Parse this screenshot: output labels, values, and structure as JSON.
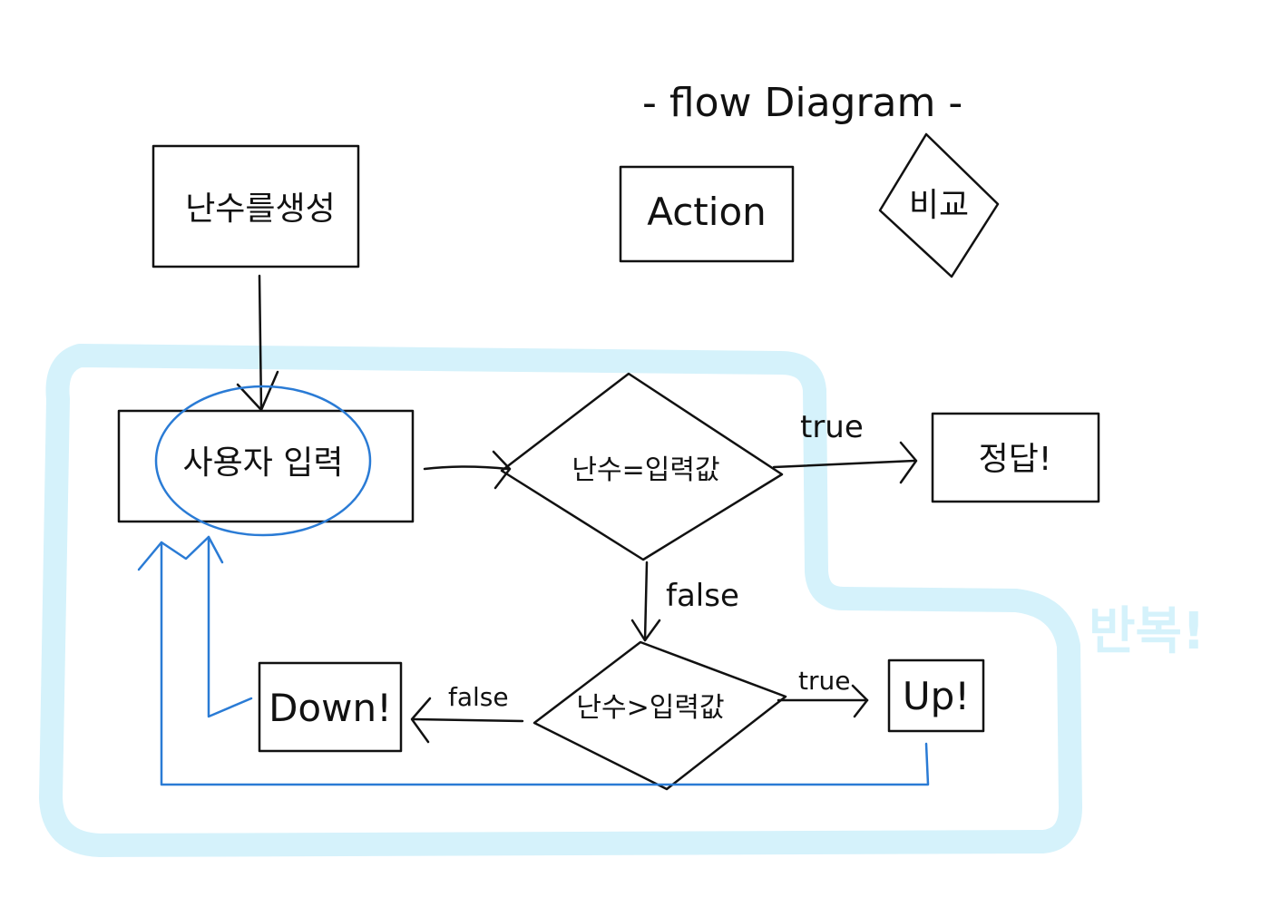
{
  "title": "- flow Diagram -",
  "legend": {
    "action_label": "Action",
    "compare_label": "비교"
  },
  "nodes": {
    "generate": "난수를생성",
    "user_input": "사용자 입력",
    "check_equal": "난수=입력값",
    "correct": "정답!",
    "check_greater": "난수>입력값",
    "up": "Up!",
    "down": "Down!"
  },
  "edges": {
    "equal_true": "true",
    "equal_false": "false",
    "greater_true": "true",
    "greater_false": "false"
  },
  "loop_label": "반복!",
  "colors": {
    "ink": "#111111",
    "loop_arrow": "#2a7bd5",
    "repeat_highlight": "#d5f2fb"
  }
}
